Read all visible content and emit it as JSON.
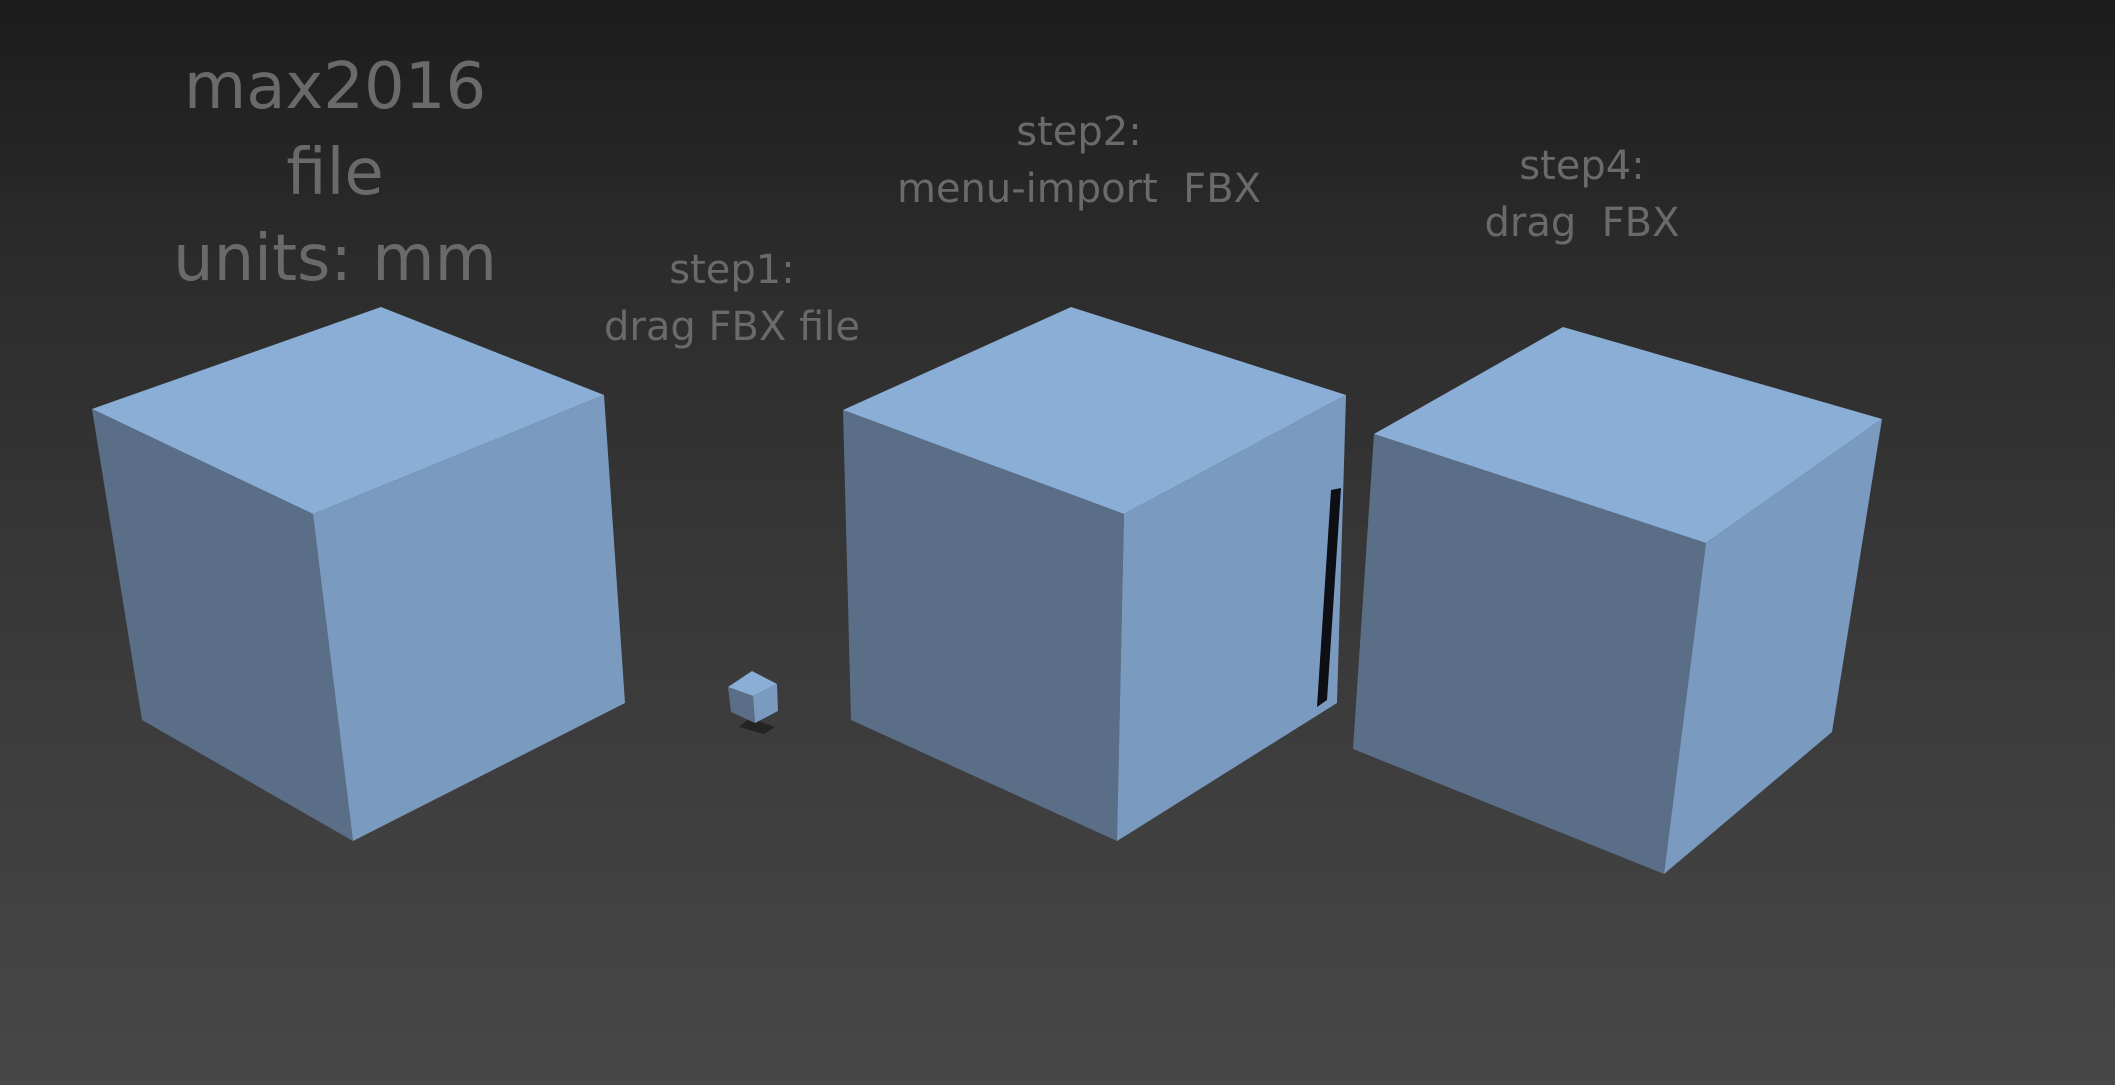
{
  "scene": {
    "background_top": "#1c1c1c",
    "background_bottom": "#474747",
    "cube_colors": {
      "top": "#8aaed6",
      "left": "#5a6e88",
      "right": "#7a9bbf",
      "edge_shadow": "#0d0f14"
    }
  },
  "labels": {
    "max_file": {
      "line1": "max2016",
      "line2": "file",
      "line3": "units: mm"
    },
    "step1": {
      "line1": "step1:",
      "line2": "drag FBX file"
    },
    "step2": {
      "line1": "step2:",
      "line2": "menu-import  FBX"
    },
    "step4": {
      "line1": "step4:",
      "line2": "drag  FBX"
    }
  }
}
